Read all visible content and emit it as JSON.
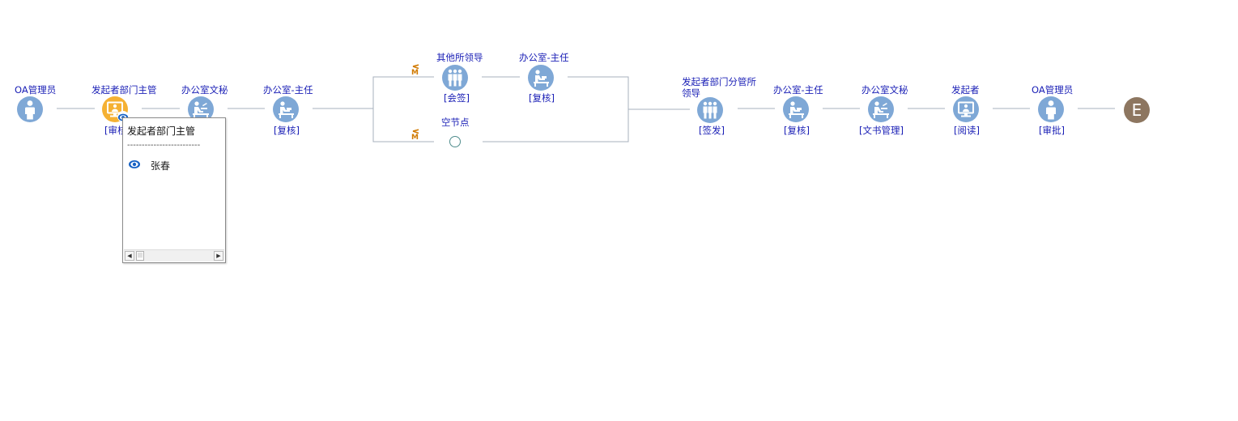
{
  "workflow": {
    "nodes": [
      {
        "id": "n1",
        "name": "OA管理员",
        "role": "",
        "icon": "person-icon"
      },
      {
        "id": "n2",
        "name": "发起者部门主管",
        "role": "[审核]",
        "icon": "monitor-person-icon",
        "active": true
      },
      {
        "id": "n3",
        "name": "办公室文秘",
        "role": "",
        "icon": "desk-writer-icon"
      },
      {
        "id": "n4",
        "name": "办公室-主任",
        "role": "[复核]",
        "icon": "desk-worker-icon"
      },
      {
        "id": "n5",
        "name": "其他所领导",
        "role": "[会签]",
        "icon": "group-icon"
      },
      {
        "id": "n6",
        "name": "办公室-主任",
        "role": "[复核]",
        "icon": "desk-worker-icon"
      },
      {
        "id": "n7",
        "name": "空节点",
        "role": "",
        "icon": "empty-node-icon"
      },
      {
        "id": "n8",
        "name": "发起者部门分管所领导",
        "role": "[签发]",
        "icon": "group-icon"
      },
      {
        "id": "n9",
        "name": "办公室-主任",
        "role": "[复核]",
        "icon": "desk-worker-icon"
      },
      {
        "id": "n10",
        "name": "办公室文秘",
        "role": "[文书管理]",
        "icon": "desk-writer-icon"
      },
      {
        "id": "n11",
        "name": "发起者",
        "role": "[阅读]",
        "icon": "monitor-person-icon"
      },
      {
        "id": "n12",
        "name": "OA管理员",
        "role": "[审批]",
        "icon": "person-icon"
      }
    ],
    "end": {
      "label": "E"
    },
    "branch_markers": [
      "M",
      "M"
    ]
  },
  "popup": {
    "title": "发起者部门主管",
    "separator": "-------------------------",
    "items": [
      {
        "name": "张春"
      }
    ]
  },
  "colors": {
    "node_blue": "#7fa8d6",
    "node_active": "#f5b133",
    "end_brown": "#8d7660",
    "label_blue": "#1a1fb6",
    "line_gray": "#a7b0bd",
    "marker_orange": "#d17a00"
  }
}
